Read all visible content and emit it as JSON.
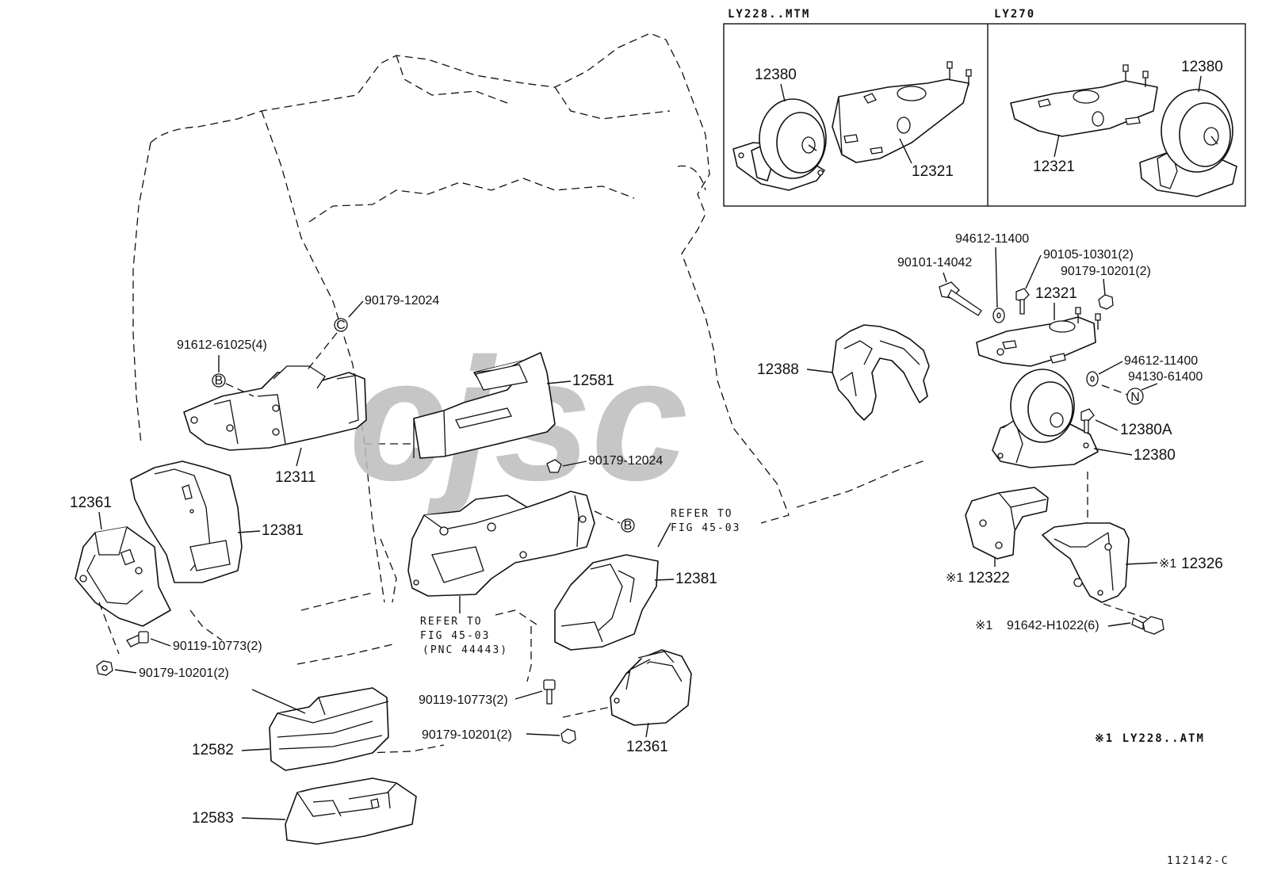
{
  "inset": {
    "left_header": "LY228..MTM",
    "right_header": "LY270",
    "left": {
      "mount_label": "12380",
      "bracket_label": "12321"
    },
    "right": {
      "mount_label": "12380",
      "bracket_label": "12321"
    }
  },
  "labels": {
    "p90179_12024_top": "90179-12024",
    "p91612_61025": "91612-61025(4)",
    "p12311": "12311",
    "p12581": "12581",
    "p90179_12024_mid": "90179-12024",
    "p12361_left": "12361",
    "p12381_left": "12381",
    "p90119_10773_left": "90119-10773(2)",
    "p90179_10201_left": "90179-10201(2)",
    "p12582": "12582",
    "p12583": "12583",
    "refer_top_1": "REFER TO",
    "refer_top_2": "FIG 45-03",
    "refer_bot_1": "REFER TO",
    "refer_bot_2": "FIG 45-03",
    "refer_bot_3": "(PNC 44443)",
    "p12381_mid": "12381",
    "p90119_10773_mid": "90119-10773(2)",
    "p90179_10201_mid": "90179-10201(2)",
    "p12361_mid": "12361",
    "p12388": "12388",
    "p94612_11400_top": "94612-11400",
    "p90101_14042": "90101-14042",
    "p90105_10301": "90105-10301(2)",
    "p90179_10201_right": "90179-10201(2)",
    "p12321_right": "12321",
    "p94612_11400_b": "94612-11400",
    "p94130_61400": "94130-61400",
    "p12380A": "12380A",
    "p12380_right": "12380",
    "p12322": "12322",
    "p12326": "12326",
    "note_mark_12322": "※1",
    "note_mark_12326": "※1",
    "note_mark_91642": "※1",
    "p91642": "91642-H1022(6)",
    "footnote": "※1 LY228..ATM",
    "figure_code": "112142-C",
    "marker_b": "B",
    "marker_c": "C",
    "marker_n": "N"
  },
  "watermark_text": "cjsc",
  "colors": {
    "ink": "#111111",
    "watermark": "#bdbdbd",
    "background": "#ffffff"
  }
}
